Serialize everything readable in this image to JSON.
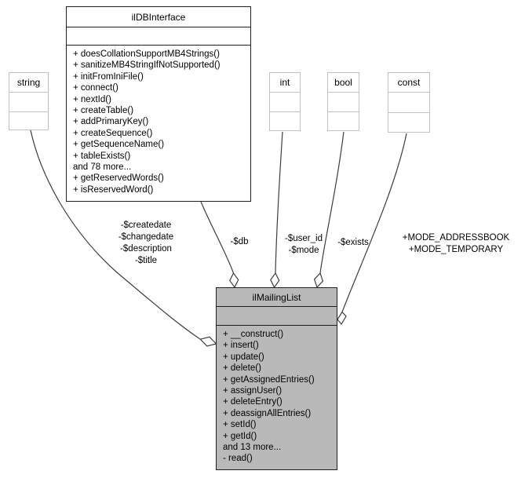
{
  "classes": {
    "ilDBInterface": {
      "title": "ilDBInterface",
      "methods": [
        "+ doesCollationSupportMB4Strings()",
        "+ sanitizeMB4StringIfNotSupported()",
        "+ initFromIniFile()",
        "+ connect()",
        "+ nextId()",
        "+ createTable()",
        "+ addPrimaryKey()",
        "+ createSequence()",
        "+ getSequenceName()",
        "+ tableExists()",
        "and 78 more...",
        "+ getReservedWords()",
        "+ isReservedWord()"
      ]
    },
    "ilMailingList": {
      "title": "ilMailingList",
      "methods": [
        "+ __construct()",
        "+ insert()",
        "+ update()",
        "+ delete()",
        "+ getAssignedEntries()",
        "+ assignUser()",
        "+ deleteEntry()",
        "+ deassignAllEntries()",
        "+ setId()",
        "+ getId()",
        "and 13 more...",
        "- read()"
      ]
    },
    "string": {
      "title": "string"
    },
    "int": {
      "title": "int"
    },
    "bool": {
      "title": "bool"
    },
    "const": {
      "title": "const"
    }
  },
  "edges": {
    "string_to_ilMailingList": {
      "label_lines": [
        "-$createdate",
        "-$changedate",
        "-$description",
        "-$title"
      ]
    },
    "ilDBInterface_to_ilMailingList": {
      "label_lines": [
        "-$db"
      ]
    },
    "int_to_ilMailingList": {
      "label_lines": [
        "-$user_id",
        "-$mode"
      ]
    },
    "bool_to_ilMailingList": {
      "label_lines": [
        "-$exists"
      ]
    },
    "const_to_ilMailingList": {
      "label_lines": [
        "+MODE_ADDRESSBOOK",
        "+MODE_TEMPORARY"
      ]
    }
  },
  "colors": {
    "background": "#ffffff",
    "text": "#000000",
    "node_border": "#1f1f1f",
    "primitive_node_border": "#c2c2c2",
    "main_node_fill": "#b9b9b9",
    "edge_stroke": "#3d3d3d"
  }
}
